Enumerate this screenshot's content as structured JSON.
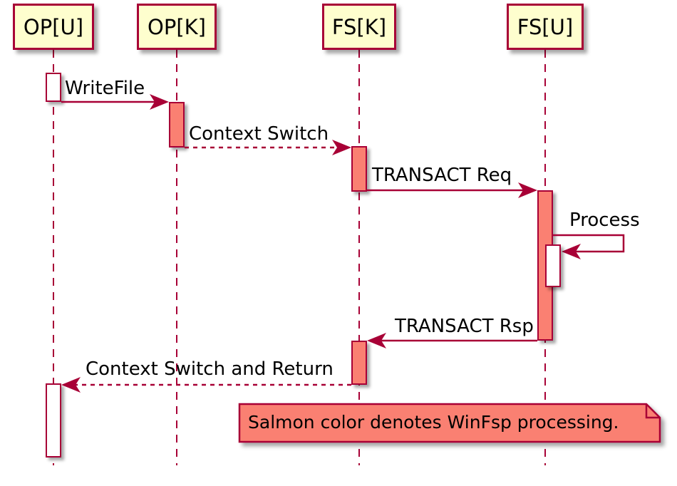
{
  "participants": [
    {
      "label": "OP[U]"
    },
    {
      "label": "OP[K]"
    },
    {
      "label": "FS[K]"
    },
    {
      "label": "FS[U]"
    }
  ],
  "messages": [
    {
      "label": "WriteFile",
      "type": "solid",
      "from": "OP[U]",
      "to": "OP[K]"
    },
    {
      "label": "Context Switch",
      "type": "dashed",
      "from": "OP[K]",
      "to": "FS[K]"
    },
    {
      "label": "TRANSACT Req",
      "type": "solid",
      "from": "FS[K]",
      "to": "FS[U]"
    },
    {
      "label": "Process",
      "type": "self",
      "from": "FS[U]",
      "to": "FS[U]"
    },
    {
      "label": "TRANSACT Rsp",
      "type": "solid",
      "from": "FS[U]",
      "to": "FS[K]"
    },
    {
      "label": "Context Switch and Return",
      "type": "dashed",
      "from": "FS[K]",
      "to": "OP[U]"
    }
  ],
  "note": {
    "text": "Salmon color denotes WinFsp processing."
  },
  "colors": {
    "line": "#A80036",
    "salmon": "#FA8072",
    "pfill": "#FEFECE",
    "act_white": "#FFFFFF",
    "ink": "#000000",
    "bg": "#FFFFFF"
  }
}
